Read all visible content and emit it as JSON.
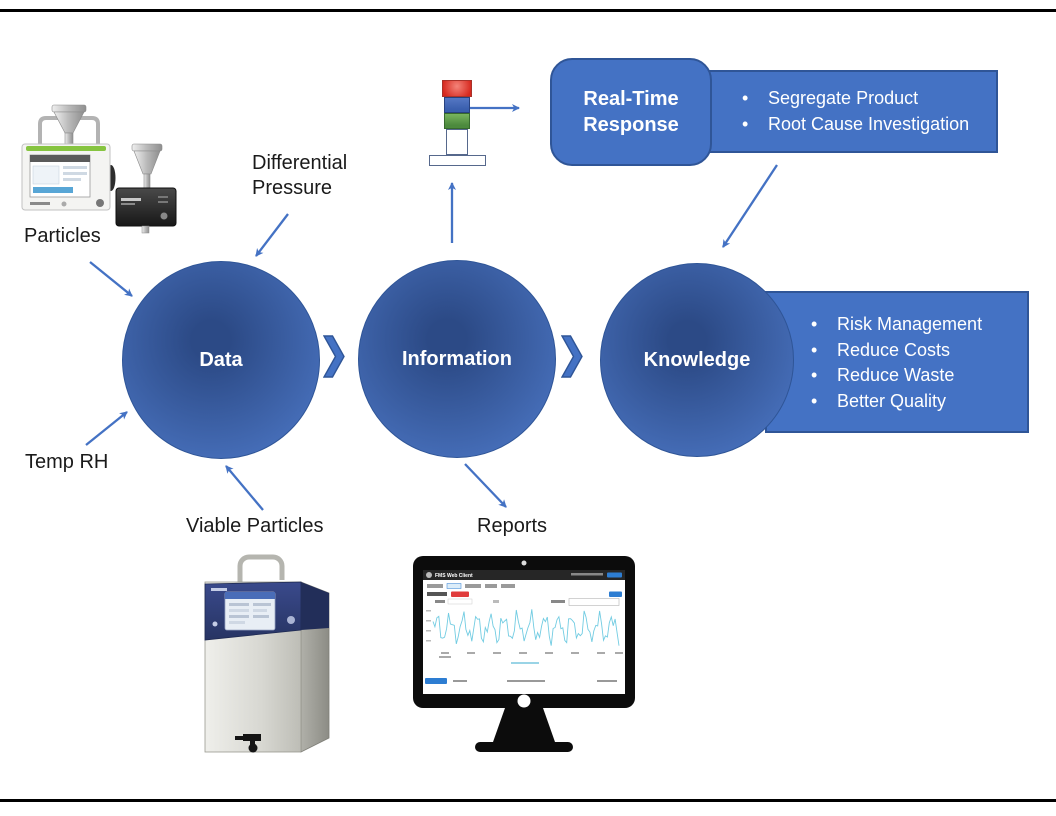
{
  "colors": {
    "accent": "#4472C4",
    "accent_dark": "#2F5597",
    "circle_center": "#2C4A86",
    "circle_edge": "#4D78C7",
    "arrow": "#4472C4",
    "text": "#1A1A1A",
    "light_red": "#D6281E",
    "light_blue": "#3A5FAE",
    "light_green": "#4C8A3D",
    "navy_panel": "#2E3F7D",
    "chart_line": "#72CCE2",
    "button_blue": "#2D7DD2",
    "badge_red": "#E03B3B"
  },
  "flow": {
    "stages": [
      {
        "label": "Data"
      },
      {
        "label": "Information"
      },
      {
        "label": "Knowledge"
      }
    ]
  },
  "inputs": {
    "particles": "Particles",
    "differential_pressure": [
      "Differential",
      "Pressure"
    ],
    "temp_rh": "Temp RH",
    "viable_particles": "Viable Particles"
  },
  "outputs": {
    "reports": "Reports"
  },
  "real_time_response": {
    "title": [
      "Real-Time",
      "Response"
    ],
    "actions": [
      "Segregate Product",
      "Root Cause Investigation"
    ]
  },
  "knowledge_benefits": [
    "Risk Management",
    "Reduce Costs",
    "Reduce Waste",
    "Better Quality"
  ],
  "monitor": {
    "app_title": "FMS Web Client"
  }
}
